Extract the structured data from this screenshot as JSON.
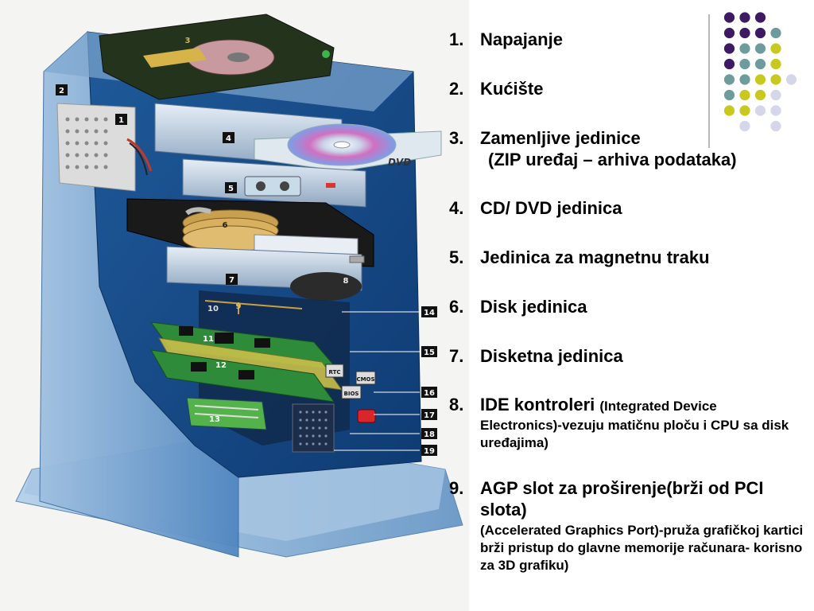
{
  "illustration": {
    "part_labels": [
      "1",
      "2",
      "3",
      "4",
      "5",
      "6",
      "7",
      "8",
      "9",
      "10",
      "11",
      "12",
      "13",
      "14",
      "15",
      "16",
      "17",
      "18",
      "19"
    ],
    "dvd_text": "DVD",
    "chip_labels": [
      "RTC",
      "CMOS",
      "BIOS"
    ]
  },
  "list": {
    "items": [
      {
        "num": "1.",
        "title": "Napajanje"
      },
      {
        "num": "2.",
        "title": "Kućište"
      },
      {
        "num": "3.",
        "title": "Zamenljive jedinice",
        "note": "(ZIP uređaj – arhiva podataka)"
      },
      {
        "num": "4.",
        "title": "CD/ DVD jedinica"
      },
      {
        "num": "5.",
        "title": "Jedinica za magnetnu traku"
      },
      {
        "num": "6.",
        "title": "Disk jedinica"
      },
      {
        "num": "7.",
        "title": "Disketna jedinica"
      },
      {
        "num": "8.",
        "title": "IDE kontroleri",
        "title_suffix": "(Integrated Device",
        "desc": "Electronics)-vezuju matičnu ploču i CPU sa disk uređajima)"
      },
      {
        "num": "9.",
        "title": "AGP slot za proširenje(brži od PCI slota)",
        "desc": "(Accelerated Graphics Port)-pruža grafičkoj kartici brži pristup do glavne memorije računara- korisno za 3D grafiku)"
      }
    ]
  },
  "colors": {
    "purple": "#3d1a63",
    "teal": "#6e9c9c",
    "lime": "#c9c81e",
    "lavender": "#d6d6ea"
  }
}
